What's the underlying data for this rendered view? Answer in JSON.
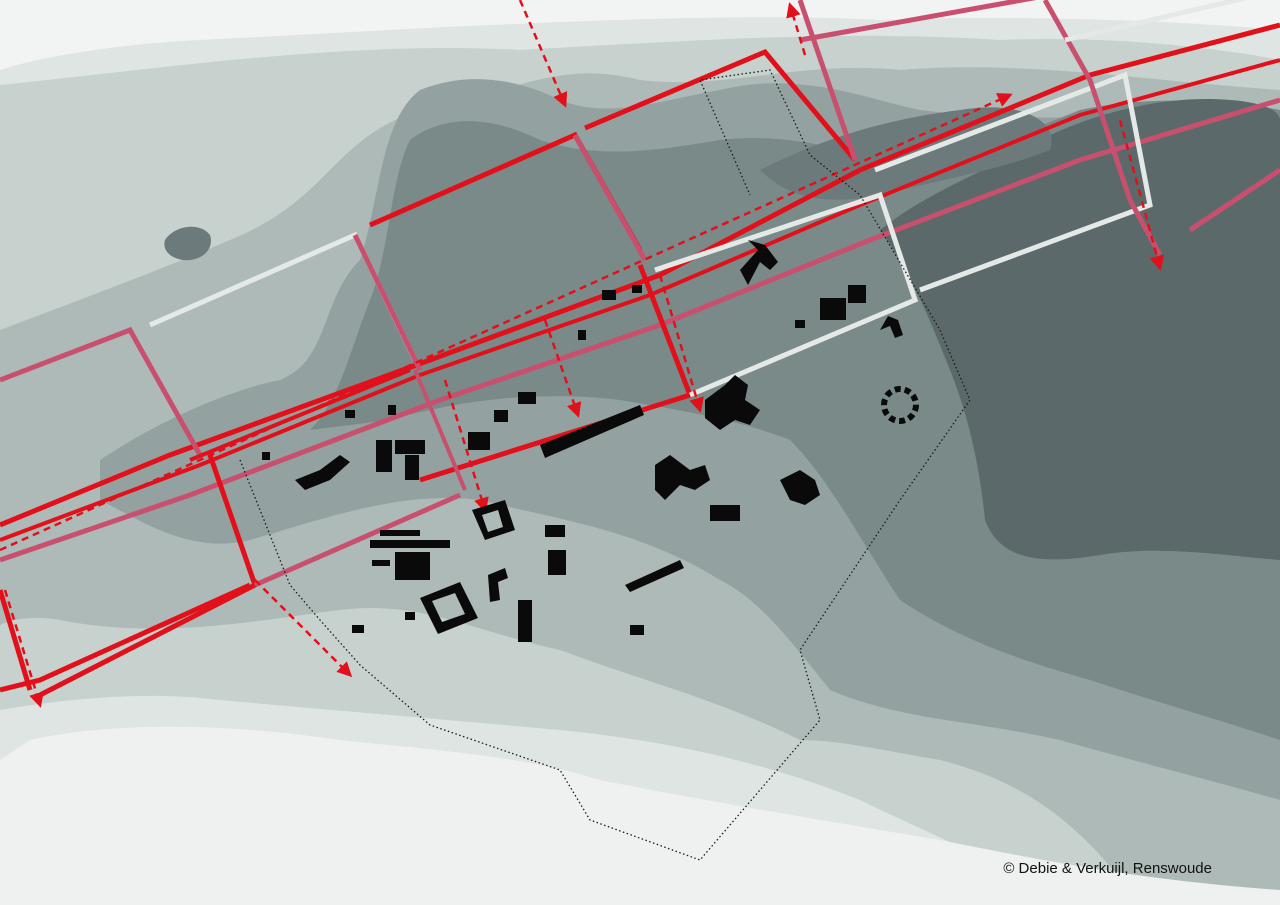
{
  "credit": "© Debie & Verkuijl, Renswoude",
  "colors": {
    "terrain_light": "#f2f4f3",
    "terrain_1": "#dfe5e3",
    "terrain_2": "#c7d1ce",
    "terrain_3": "#aebab7",
    "terrain_4": "#93a2a0",
    "terrain_5": "#7a8a89",
    "terrain_darkest": "#5c696b",
    "road_red": "#e2101a",
    "road_pink": "#c8506e",
    "road_white": "#e4e9e7",
    "buildings": "#0a0a0a",
    "boundary": "#1a1a1a"
  },
  "map_features": {
    "terrain": "elevation-contour-bands",
    "roads": "parcel-grid-road-network",
    "arrows": "red-dashed-flow-arrows",
    "boundary": "dotted-estate-boundary",
    "buildings": "black-building-footprints"
  }
}
